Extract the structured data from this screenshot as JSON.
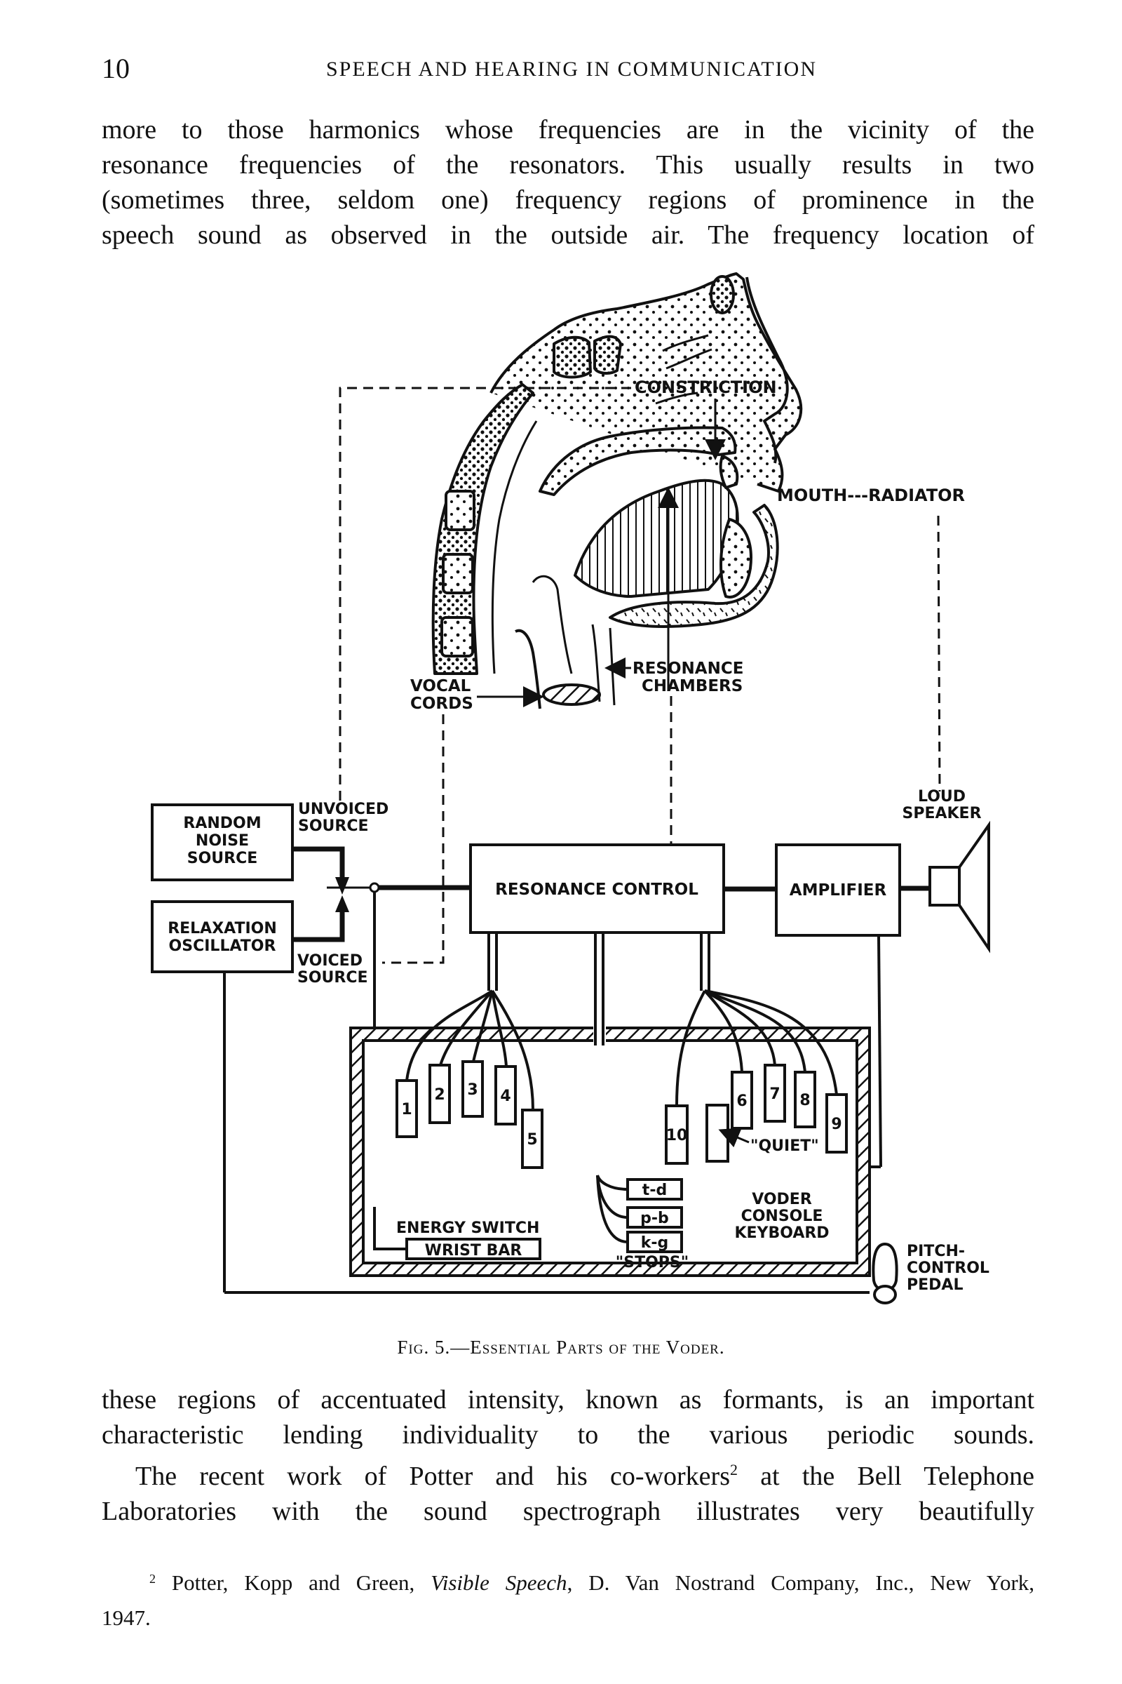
{
  "header": {
    "page_number": "10",
    "running_title": "SPEECH AND HEARING IN COMMUNICATION"
  },
  "top_paragraph": {
    "lines": [
      "more to those harmonics whose frequencies are in the vicinity of the",
      "resonance frequencies of the resonators.  This usually results in two",
      "(sometimes three, seldom one) frequency regions of prominence in the",
      "speech sound as observed in the outside air.  The frequency location of"
    ]
  },
  "figure": {
    "labels": {
      "constriction": "CONSTRICTION",
      "mouth_radiator": "MOUTH---RADIATOR",
      "resonance_chambers_1": "RESONANCE",
      "resonance_chambers_2": "CHAMBERS",
      "vocal_cords_1": "VOCAL",
      "vocal_cords_2": "CORDS",
      "unvoiced_source_1": "UNVOICED",
      "unvoiced_source_2": "SOURCE",
      "voiced_source_1": "VOICED",
      "voiced_source_2": "SOURCE",
      "random_noise_1": "RANDOM",
      "random_noise_2": "NOISE",
      "random_noise_3": "SOURCE",
      "relaxation_1": "RELAXATION",
      "relaxation_2": "OSCILLATOR",
      "resonance_control": "RESONANCE CONTROL",
      "amplifier": "AMPLIFIER",
      "loud_speaker_1": "LOUD",
      "loud_speaker_2": "SPEAKER",
      "energy_switch": "ENERGY SWITCH",
      "wrist_bar": "WRIST BAR",
      "stops": "\"STOPS\"",
      "quiet": "\"QUIET\"",
      "voder_1": "VODER",
      "voder_2": "CONSOLE",
      "voder_3": "KEYBOARD",
      "pedal_1": "PITCH-",
      "pedal_2": "CONTROL",
      "pedal_3": "PEDAL"
    },
    "keys_left": [
      "1",
      "2",
      "3",
      "4",
      "5"
    ],
    "keys_right": [
      "10",
      "6",
      "7",
      "8",
      "9"
    ],
    "stop_keys": [
      "t-d",
      "p-b",
      "k-g"
    ],
    "caption": {
      "fig": "Fig. 5.",
      "dash": "—",
      "title": "Essential Parts of the Voder."
    }
  },
  "bottom_paragraphs": {
    "lines": [
      "these regions of accentuated intensity, known as formants, is an important",
      "characteristic lending individuality to the various periodic sounds."
    ],
    "para2_line1_pre": "The recent work of Potter and his co-workers",
    "para2_line1_ref": "2",
    "para2_line1_post": " at the Bell Telephone",
    "para2_line2": "Laboratories with the sound spectrograph illustrates very beautifully"
  },
  "footnote": {
    "marker": "2",
    "pre": " Potter, Kopp and Green, ",
    "title": "Visible Speech",
    "post": ", D. Van Nostrand Company, Inc., New York,",
    "year": "1947."
  }
}
